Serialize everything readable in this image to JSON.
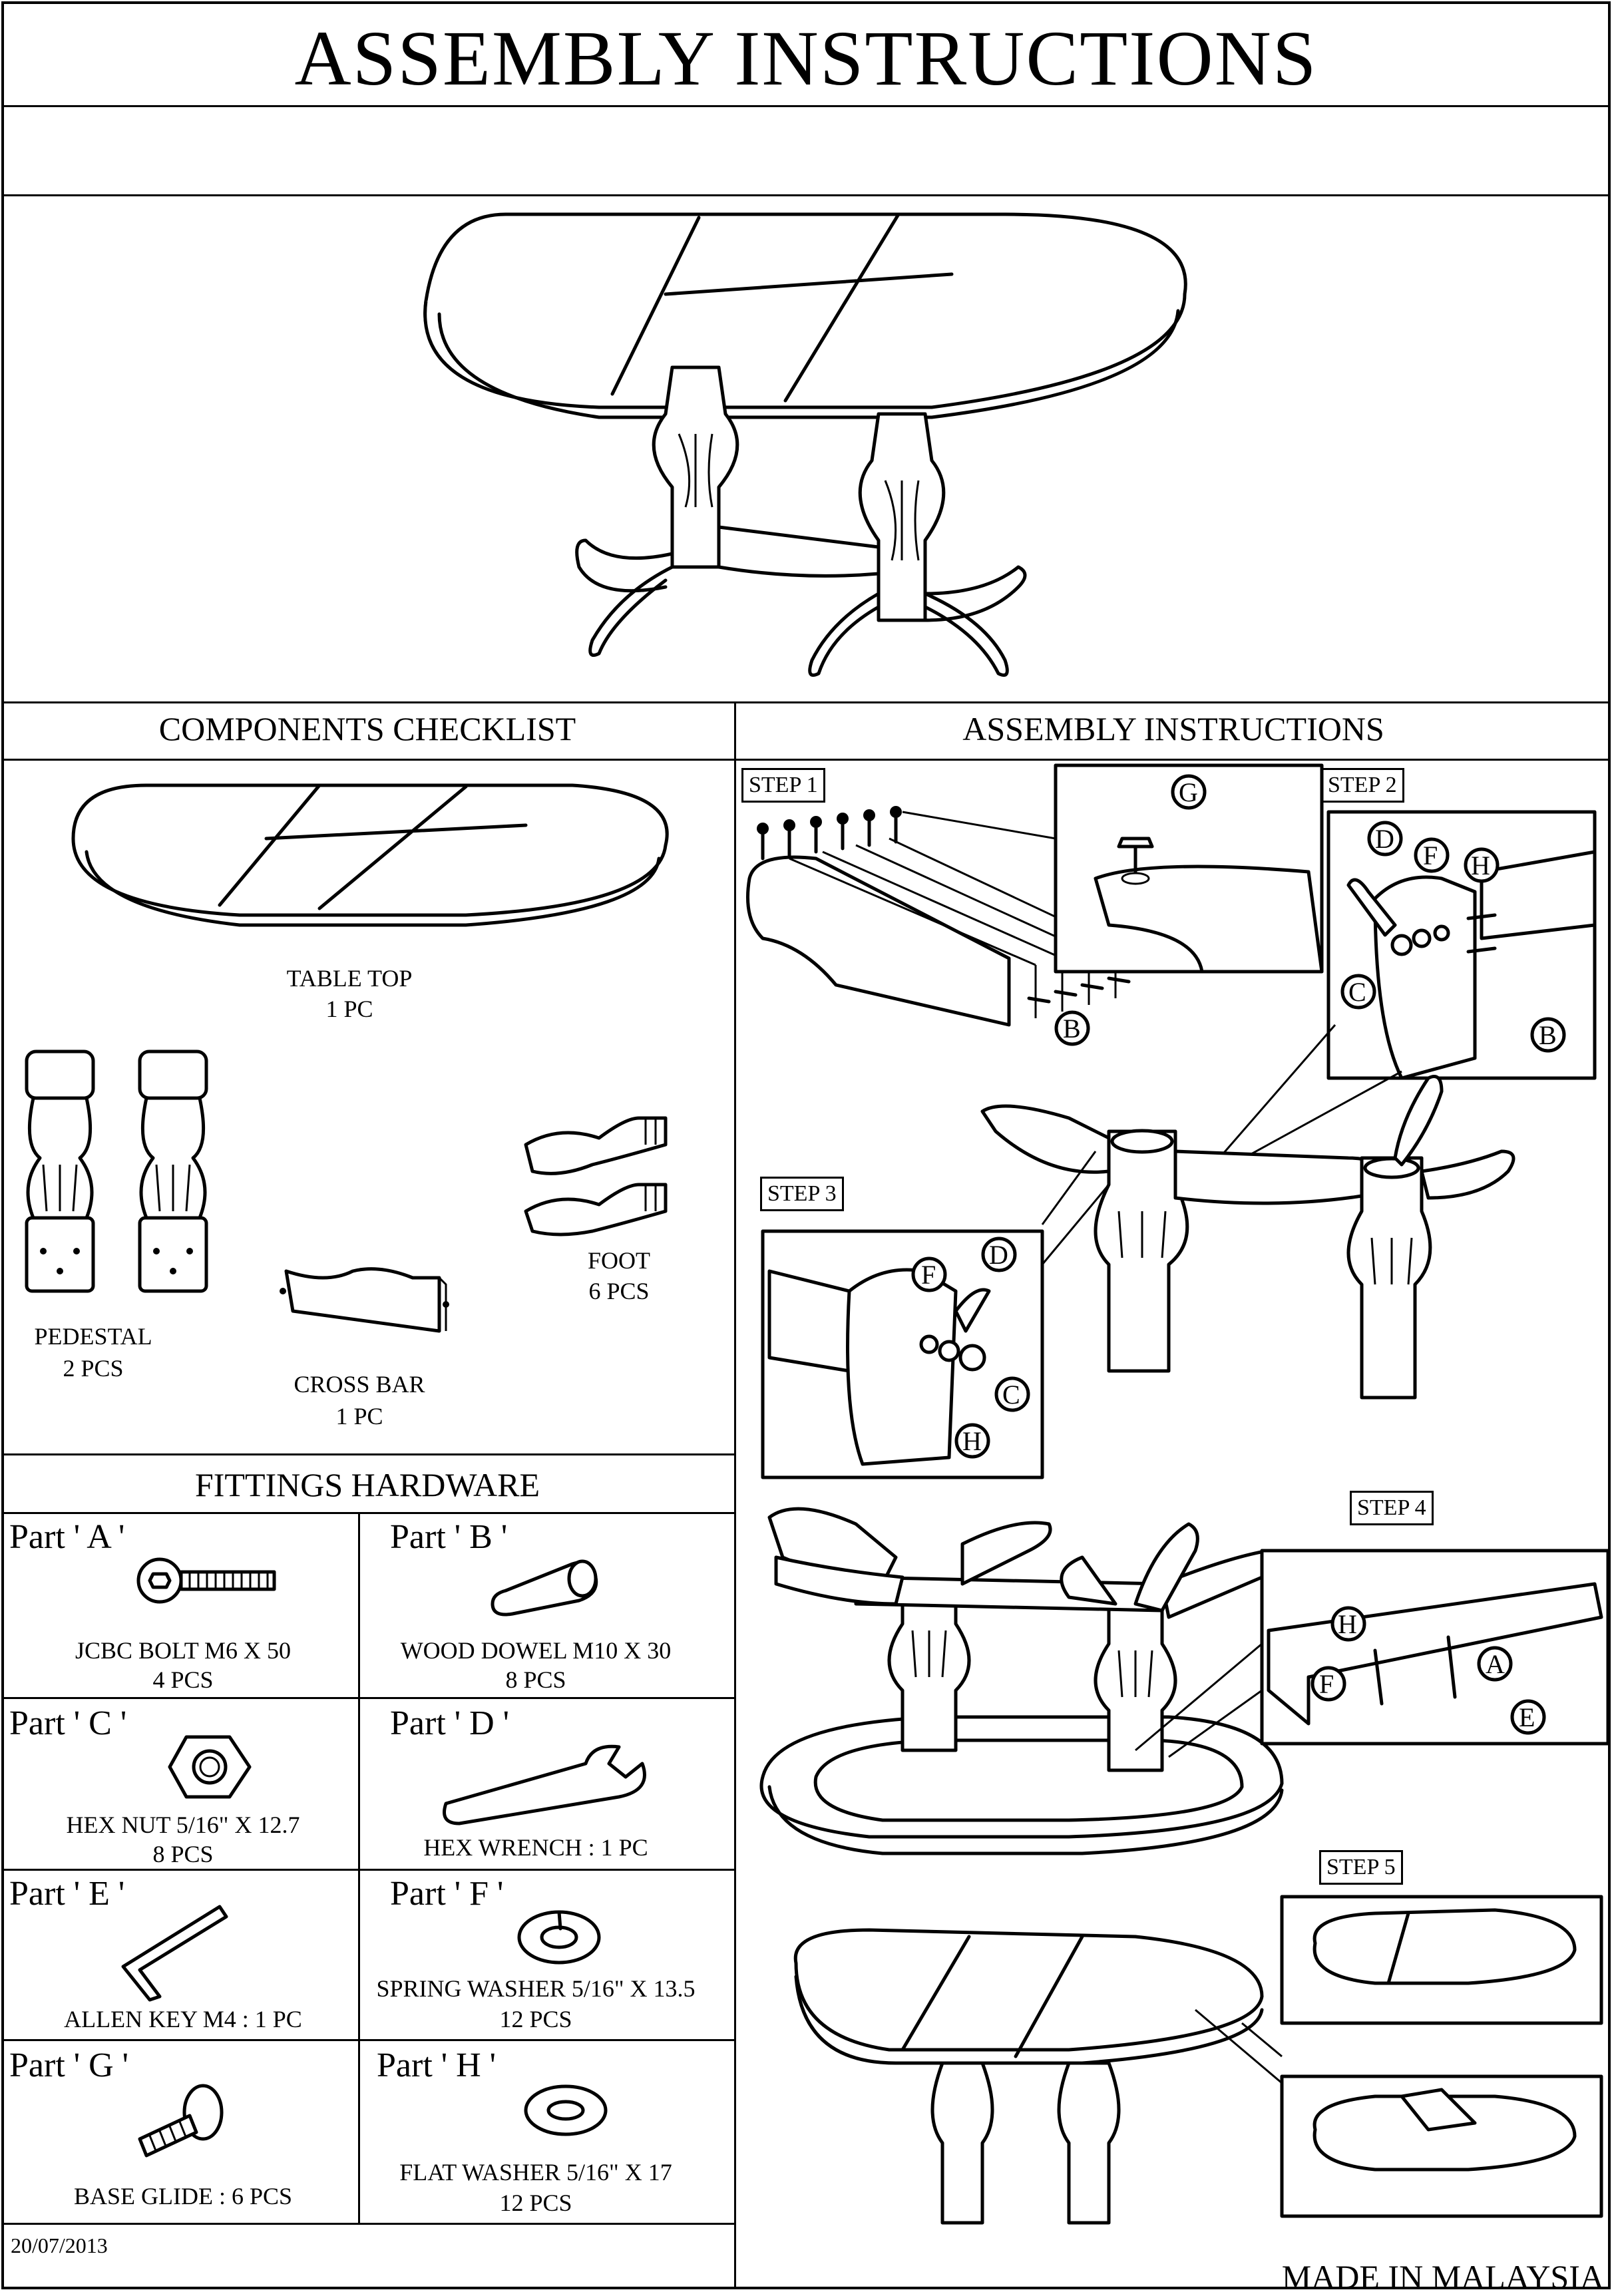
{
  "header": {
    "title": "ASSEMBLY INSTRUCTIONS"
  },
  "checklist": {
    "title": "COMPONENTS CHECKLIST",
    "items": [
      {
        "name": "TABLE TOP",
        "qty": "1 PC",
        "icon": "table-top-icon"
      },
      {
        "name": "PEDESTAL",
        "qty": "2 PCS",
        "icon": "pedestal-icon"
      },
      {
        "name": "CROSS BAR",
        "qty": "1 PC",
        "icon": "cross-bar-icon"
      },
      {
        "name": "FOOT",
        "qty": "6 PCS",
        "icon": "foot-icon"
      }
    ]
  },
  "hardware": {
    "title": "FITTINGS HARDWARE",
    "parts": [
      {
        "label": "Part ' A '",
        "desc": "JCBC BOLT M6 X 50",
        "qty": "4 PCS",
        "icon": "bolt-icon"
      },
      {
        "label": "Part ' B '",
        "desc": "WOOD DOWEL M10 X 30",
        "qty": "8 PCS",
        "icon": "dowel-icon"
      },
      {
        "label": "Part ' C '",
        "desc": "HEX NUT 5/16\" X 12.7",
        "qty": "8 PCS",
        "icon": "hex-nut-icon"
      },
      {
        "label": "Part ' D '",
        "desc": "HEX WRENCH : 1 PC",
        "qty": "",
        "icon": "wrench-icon"
      },
      {
        "label": "Part ' E '",
        "desc": "ALLEN KEY M4 : 1 PC",
        "qty": "",
        "icon": "allen-key-icon"
      },
      {
        "label": "Part ' F '",
        "desc": "SPRING WASHER 5/16\" X 13.5",
        "qty": "12 PCS",
        "icon": "spring-washer-icon"
      },
      {
        "label": "Part ' G '",
        "desc": "BASE GLIDE : 6 PCS",
        "qty": "",
        "icon": "base-glide-icon"
      },
      {
        "label": "Part ' H '",
        "desc": "FLAT WASHER 5/16\" X 17",
        "qty": "12 PCS",
        "icon": "flat-washer-icon"
      }
    ]
  },
  "assembly": {
    "title": "ASSEMBLY INSTRUCTIONS",
    "steps": [
      "STEP 1",
      "STEP 2",
      "STEP 3",
      "STEP 4",
      "STEP 5"
    ],
    "callouts": [
      "A",
      "B",
      "C",
      "D",
      "E",
      "F",
      "G",
      "H"
    ]
  },
  "footer": {
    "date": "20/07/2013",
    "origin": "MADE IN MALAYSIA"
  }
}
